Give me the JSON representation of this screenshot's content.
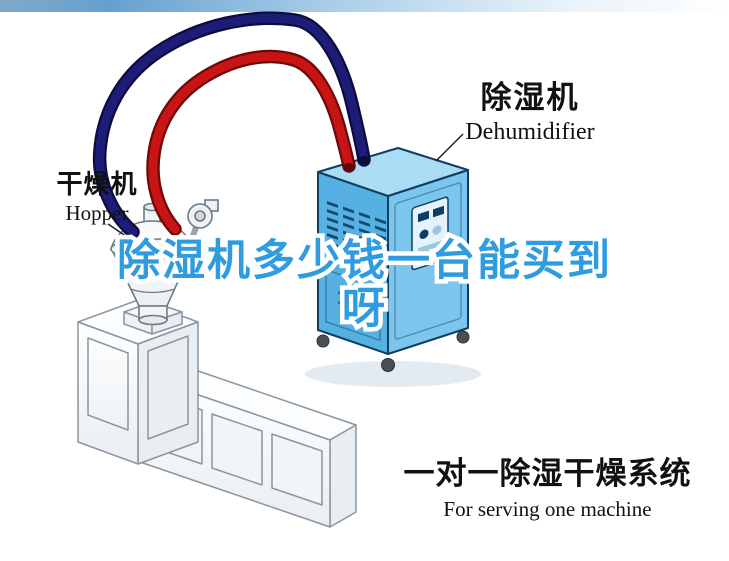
{
  "labels": {
    "dehumidifier": {
      "cn": "除湿机",
      "en": "Dehumidifier"
    },
    "dryer": {
      "cn": "干燥机",
      "en": "Hopper"
    },
    "system": {
      "cn": "一对一除湿干燥系统",
      "en": "For serving one machine"
    }
  },
  "watermark": {
    "line1": "除湿机多少钱一台能买到",
    "line2": "呀",
    "full_text": "除湿机多少钱一台能买到呀"
  },
  "colors": {
    "pipe_red": "#c81414",
    "pipe_red_dark": "#6e0909",
    "pipe_navy": "#1d1d78",
    "pipe_navy_dark": "#0c0c40",
    "machine_front": "#57b0e2",
    "machine_side": "#7cc5ec",
    "machine_top": "#aadcf4",
    "machine_edge": "#0e3f63",
    "watermark_blue": "#2f9ce0",
    "line_art": "#8a95a0"
  },
  "illustration": {
    "parts": [
      "dehumidifier-unit",
      "drying-hopper",
      "extruder-machine",
      "red-hose",
      "navy-hose"
    ]
  }
}
